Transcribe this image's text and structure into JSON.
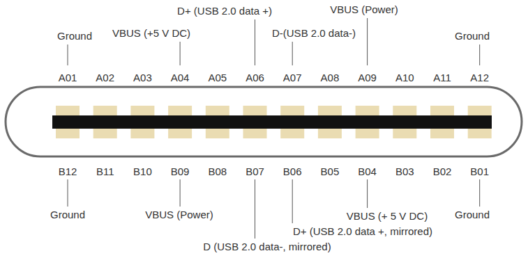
{
  "diagram": {
    "labels": [
      "Ground",
      "VBUS (+5 V DC)",
      "D+ (USB 2.0 data +)",
      "D-(USB 2.0 data-)",
      "VBUS (Power)",
      "Ground",
      "A01",
      "A02",
      "A03",
      "A04",
      "A05",
      "A06",
      "A07",
      "A08",
      "A09",
      "A10",
      "A11",
      "A12",
      "B12",
      "B11",
      "B10",
      "B09",
      "B08",
      "B07",
      "B06",
      "B05",
      "B04",
      "B03",
      "B02",
      "B01",
      "Ground",
      "VBUS (Power)",
      "D (USB 2.0 data-, mirrored)",
      "D+ (USB 2.0 data +, mirrored)",
      "VBUS (+ 5 V DC)",
      "Ground"
    ]
  }
}
